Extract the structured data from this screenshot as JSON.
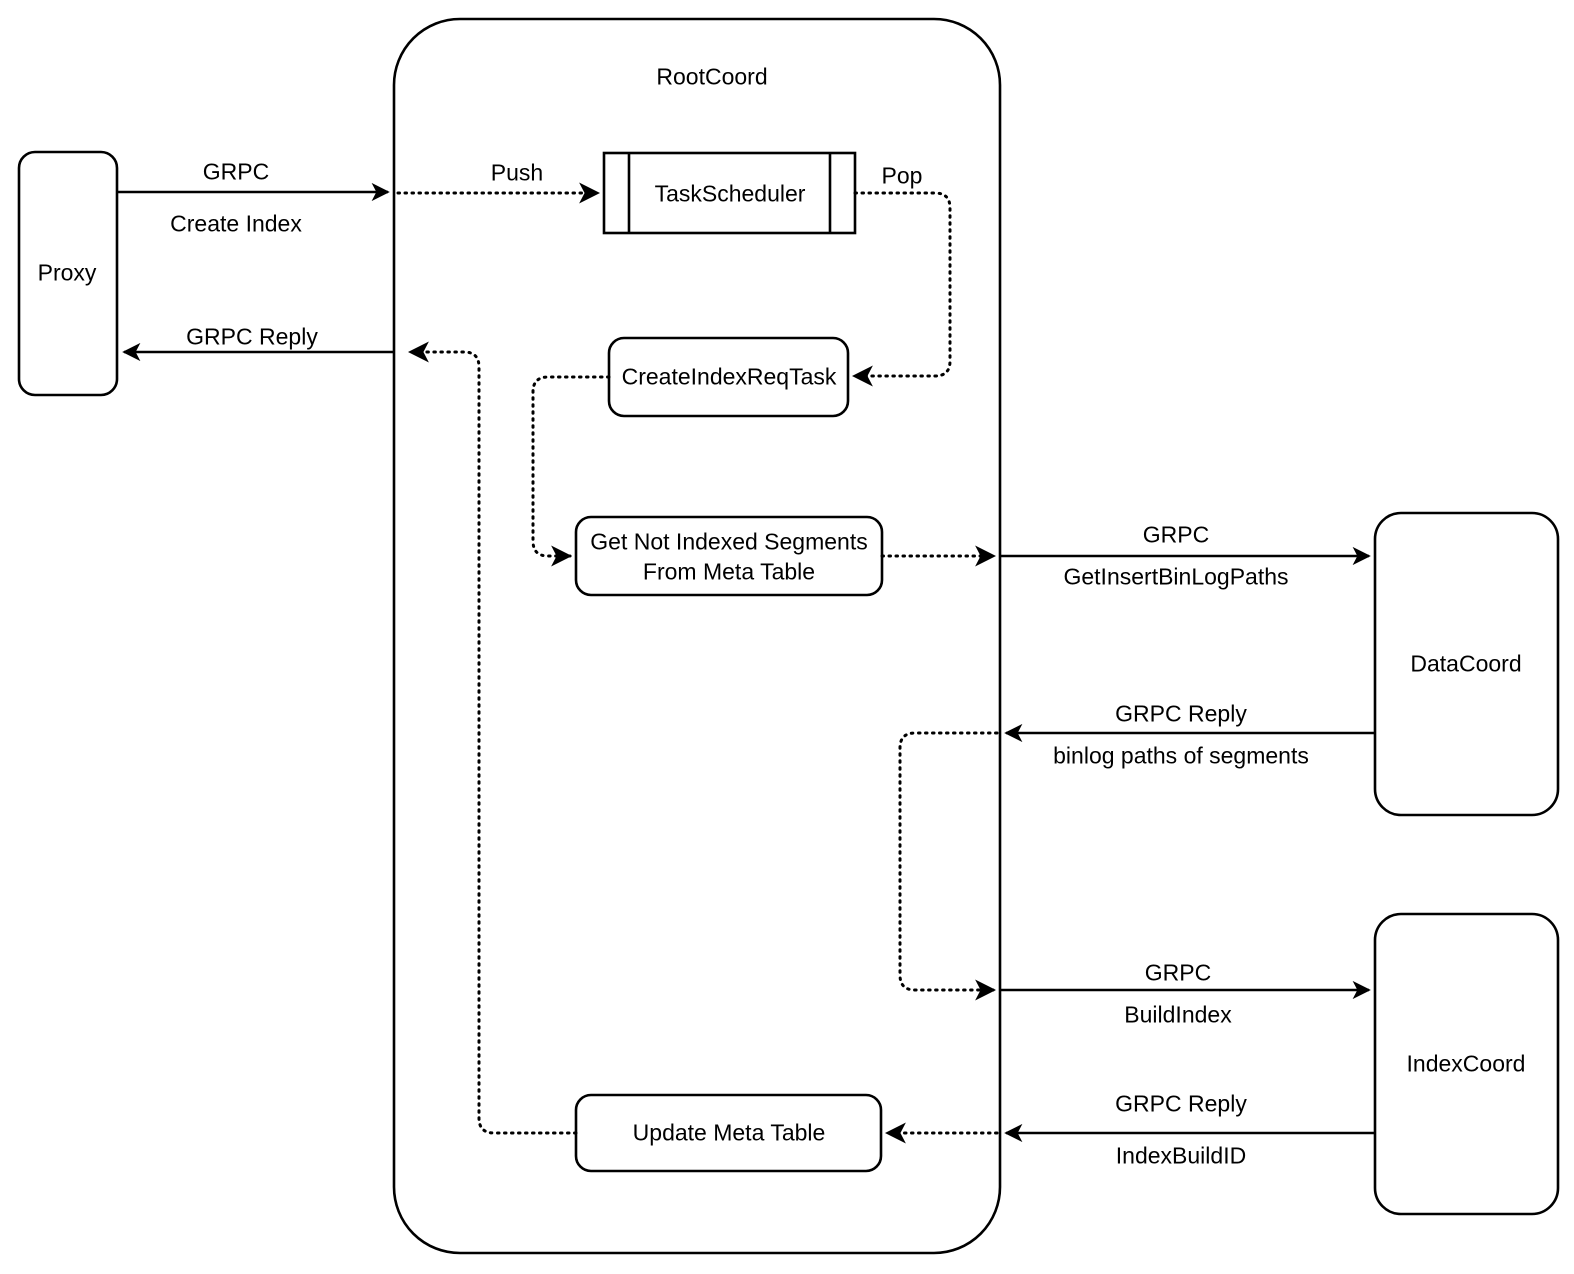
{
  "diagram": {
    "type": "flow-sequence",
    "title_visible": false,
    "colors": {
      "stroke": "#000000",
      "fill": "#ffffff",
      "text": "#000000"
    },
    "containers": [
      {
        "id": "rootcoord",
        "label": "RootCoord",
        "shape": "rounded-rect"
      }
    ],
    "nodes": [
      {
        "id": "proxy",
        "label": "Proxy",
        "shape": "rounded-rect"
      },
      {
        "id": "taskscheduler",
        "label": "TaskScheduler",
        "shape": "queue-store"
      },
      {
        "id": "createindexreqtask",
        "label": "CreateIndexReqTask",
        "shape": "rounded-rect"
      },
      {
        "id": "getnotindexed",
        "label_line1": "Get Not Indexed Segments",
        "label_line2": "From Meta Table",
        "shape": "rounded-rect"
      },
      {
        "id": "updatemetatable",
        "label": "Update Meta Table",
        "shape": "rounded-rect"
      },
      {
        "id": "datacoord",
        "label": "DataCoord",
        "shape": "rounded-rect"
      },
      {
        "id": "indexcoord",
        "label": "IndexCoord",
        "shape": "rounded-rect"
      }
    ],
    "edges": [
      {
        "id": "proxy-to-rootcoord",
        "from": "proxy",
        "to": "rootcoord",
        "style": "solid",
        "label_above": "GRPC",
        "label_below": "Create Index"
      },
      {
        "id": "rootcoord-to-proxy",
        "from": "rootcoord",
        "to": "proxy",
        "style": "solid",
        "label_above": "GRPC Reply"
      },
      {
        "id": "push-to-scheduler",
        "from": "rootcoord-boundary",
        "to": "taskscheduler",
        "style": "dotted",
        "label_above": "Push"
      },
      {
        "id": "pop-to-task",
        "from": "taskscheduler",
        "to": "createindexreqtask",
        "style": "dotted",
        "label_above": "Pop"
      },
      {
        "id": "task-to-getsegments",
        "from": "createindexreqtask",
        "to": "getnotindexed",
        "style": "dotted"
      },
      {
        "id": "getsegments-to-boundary",
        "from": "getnotindexed",
        "to": "rootcoord-boundary",
        "style": "dotted"
      },
      {
        "id": "rootcoord-to-datacoord",
        "from": "rootcoord",
        "to": "datacoord",
        "style": "solid",
        "label_above": "GRPC",
        "label_below": "GetInsertBinLogPaths"
      },
      {
        "id": "datacoord-to-rootcoord",
        "from": "datacoord",
        "to": "rootcoord",
        "style": "solid",
        "label_above": "GRPC Reply",
        "label_below": "binlog paths of segments"
      },
      {
        "id": "binlog-reply-to-buildindex",
        "from": "rootcoord-boundary",
        "to": "rootcoord-boundary",
        "style": "dotted"
      },
      {
        "id": "rootcoord-to-indexcoord",
        "from": "rootcoord",
        "to": "indexcoord",
        "style": "solid",
        "label_above": "GRPC",
        "label_below": "BuildIndex"
      },
      {
        "id": "indexcoord-to-rootcoord",
        "from": "indexcoord",
        "to": "rootcoord",
        "style": "solid",
        "label_above": "GRPC Reply",
        "label_below": "IndexBuildID"
      },
      {
        "id": "boundary-to-updatemeta",
        "from": "rootcoord-boundary",
        "to": "updatemetatable",
        "style": "dotted"
      },
      {
        "id": "updatemeta-to-grpcreply",
        "from": "updatemetatable",
        "to": "rootcoord-boundary",
        "style": "dotted"
      }
    ],
    "labels": {
      "rootcoord": "RootCoord",
      "proxy": "Proxy",
      "taskscheduler": "TaskScheduler",
      "createindexreqtask": "CreateIndexReqTask",
      "getnotindexed_line1": "Get Not Indexed Segments",
      "getnotindexed_line2": "From Meta Table",
      "updatemetatable": "Update Meta Table",
      "datacoord": "DataCoord",
      "indexcoord": "IndexCoord",
      "grpc_1": "GRPC",
      "create_index": "Create Index",
      "grpc_reply_1": "GRPC Reply",
      "push": "Push",
      "pop": "Pop",
      "grpc_2": "GRPC",
      "get_insert_binlog_paths": "GetInsertBinLogPaths",
      "grpc_reply_2": "GRPC Reply",
      "binlog_paths_of_segments": "binlog paths of segments",
      "grpc_3": "GRPC",
      "build_index": "BuildIndex",
      "grpc_reply_3": "GRPC Reply",
      "index_build_id": "IndexBuildID"
    }
  }
}
